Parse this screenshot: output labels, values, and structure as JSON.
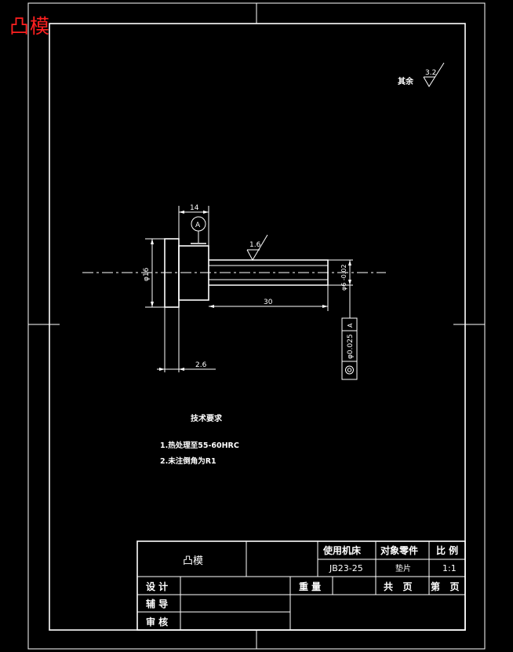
{
  "stamp_text": "凸模",
  "roughness": {
    "general_label": "其余",
    "general_value": "3.2",
    "surface_value": "1.6"
  },
  "dimensions": {
    "flange_width": "14",
    "datum": "A",
    "head_diameter": "φ16",
    "shaft_length": "30",
    "shaft_diameter": "φ6 -0.02",
    "flange_thickness": "2.6"
  },
  "tolerance_frame": {
    "value": "φ0.025",
    "datum": "A",
    "symbol": "concentricity"
  },
  "tech_requirements": {
    "title": "技术要求",
    "items": [
      "1.热处理至55-60HRC",
      "2.未注倒角为R1"
    ]
  },
  "title_block": {
    "part_name": "凸模",
    "machine_header": "使用机床",
    "object_header": "对象零件",
    "scale_header": "比 例",
    "machine_value": "JB23-25",
    "object_value": "垫片",
    "scale_value": "1:1",
    "design_label": "设 计",
    "assist_label": "辅 导",
    "review_label": "审 核",
    "weight_label": "重 量",
    "total_pages_label": "共   页",
    "page_label": "第   页"
  }
}
